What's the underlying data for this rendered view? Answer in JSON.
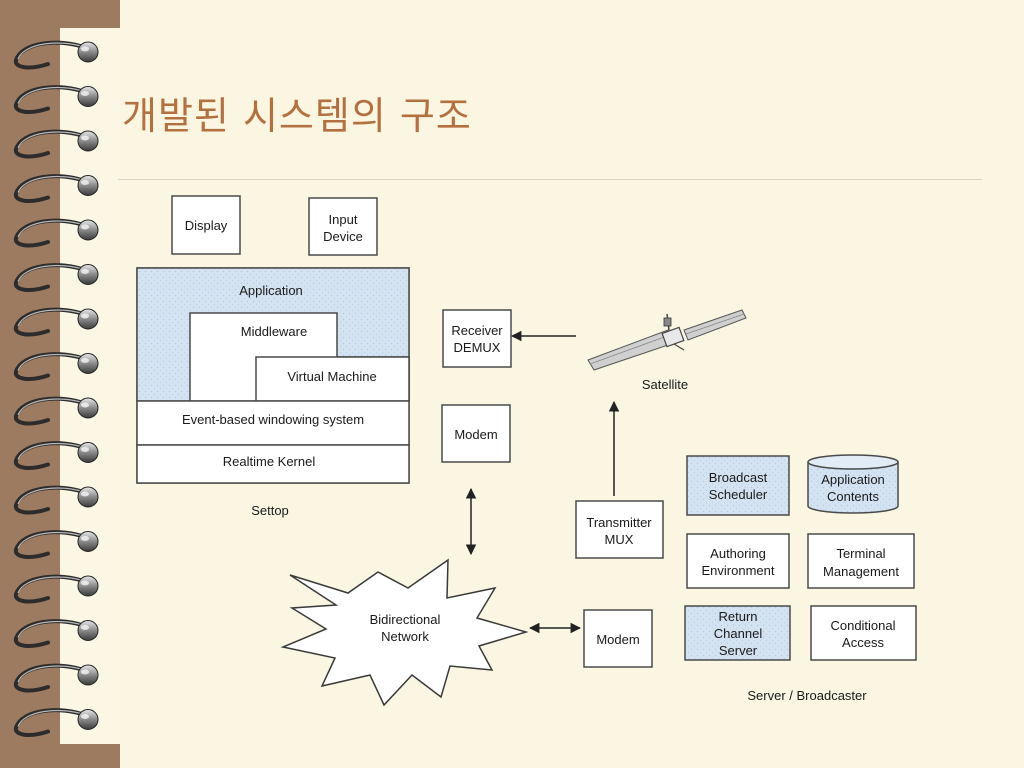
{
  "title": "개발된 시스템의 구조",
  "labels": {
    "display": "Display",
    "input_device": [
      "Input",
      "Device"
    ],
    "application": "Application",
    "middleware": "Middleware",
    "virtual_machine": "Virtual Machine",
    "event_windowing": "Event-based windowing system",
    "realtime_kernel": "Realtime Kernel",
    "settop": "Settop",
    "receiver_demux": [
      "Receiver",
      "DEMUX"
    ],
    "modem_top": "Modem",
    "satellite": "Satellite",
    "transmitter_mux": [
      "Transmitter",
      "MUX"
    ],
    "bidirectional_network": [
      "Bidirectional",
      "Network"
    ],
    "modem_bottom": "Modem",
    "broadcast_scheduler": [
      "Broadcast",
      "Scheduler"
    ],
    "application_contents": [
      "Application",
      "Contents"
    ],
    "authoring_environment": [
      "Authoring",
      "Environment"
    ],
    "terminal_management": [
      "Terminal",
      "Management"
    ],
    "return_channel_server": [
      "Return",
      "Channel",
      "Server"
    ],
    "conditional_access": [
      "Conditional",
      "Access"
    ],
    "server_broadcaster": "Server / Broadcaster"
  },
  "colors": {
    "background": "#faf6e2",
    "binding": "#9c7b60",
    "title": "#b5703f",
    "pattern_fill": "#cfdff0"
  },
  "icons": [
    "spiral-binding-rings",
    "satellite-icon",
    "starburst-network-shape"
  ]
}
